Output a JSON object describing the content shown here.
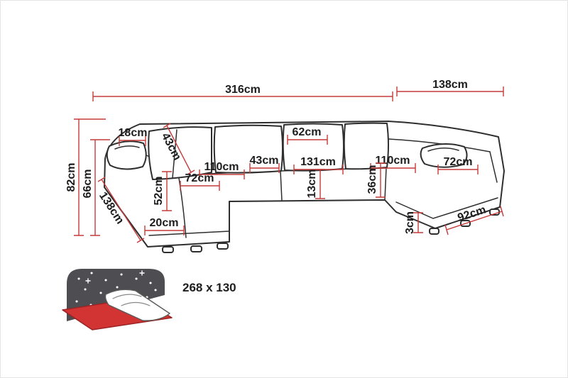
{
  "colors": {
    "dimension_red": "#c63a3a",
    "outline_dark": "#2e2e2e",
    "label_text": "#1d1d1d",
    "bed_panel_dark": "#4e4e52",
    "bed_mattress_red": "#d23434"
  },
  "labels": {
    "width_total": "316cm",
    "width_right_section": "138cm",
    "height_total": "82cm",
    "height_armrest": "66cm",
    "armrest_top_depth": "18cm",
    "backrest_cushion_height": "43cm",
    "back_cushion_width": "62cm",
    "seat_width_left": "110cm",
    "seat_width_corner": "43cm",
    "seat_width_center": "131cm",
    "seat_width_right": "110cm",
    "armrest_seat_left": "72cm",
    "armrest_seat_right": "72cm",
    "seat_height": "52cm",
    "chaise_length_left": "138cm",
    "seat_cushion_thickness": "13cm",
    "corner_depth": "36cm",
    "front_base_width": "20cm",
    "leg_height": "3cm",
    "chaise_depth_right": "92cm",
    "sleeping_area": "268 x 130"
  }
}
